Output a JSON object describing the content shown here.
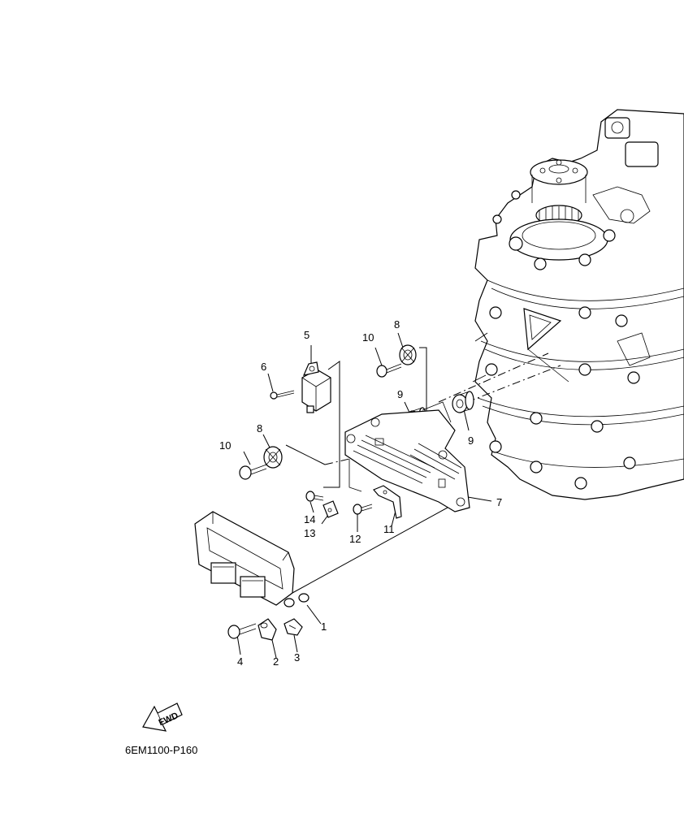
{
  "callouts": {
    "c1": "1",
    "c2": "2",
    "c3": "3",
    "c4": "4",
    "c5": "5",
    "c6": "6",
    "c7": "7",
    "c8a": "8",
    "c8b": "8",
    "c9a": "9",
    "c9b": "9",
    "c10a": "10",
    "c10b": "10",
    "c11": "11",
    "c12": "12",
    "c13": "13",
    "c14": "14"
  },
  "fwd_label": "FWD",
  "figure_code": "6EM1100-P160"
}
